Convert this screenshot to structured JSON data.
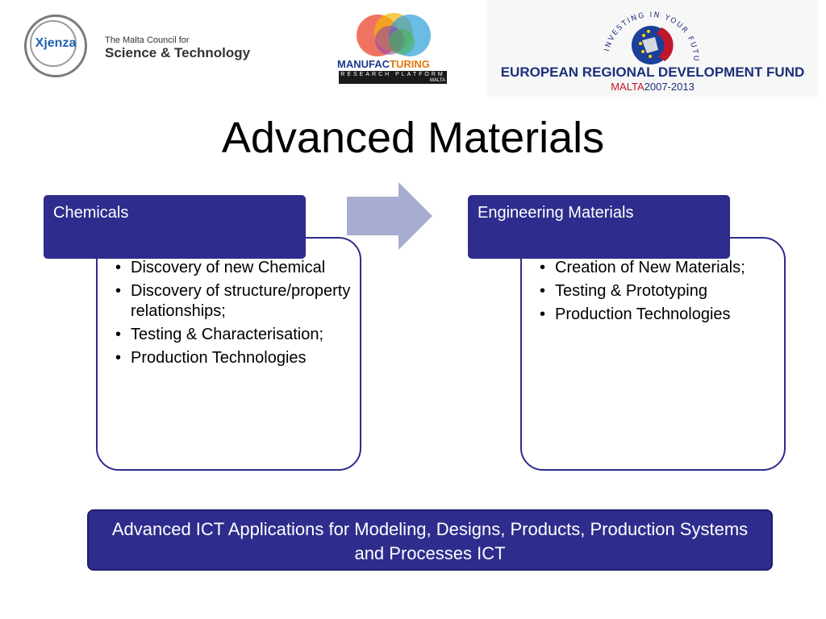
{
  "header": {
    "xjenza": {
      "logo_word": "Xjenza",
      "council_line1": "The Malta Council for",
      "council_line2": "Science & Technology"
    },
    "mrp": {
      "word_part1": "MANUFAC",
      "word_part2": "TURING",
      "subtitle": "RESEARCH PLATFORM",
      "country": "MALTA"
    },
    "erdf": {
      "arc_text": "INVESTING IN YOUR FUTURE",
      "title": "EUROPEAN REGIONAL DEVELOPMENT FUND",
      "sub_malta": "MALTA",
      "sub_years": "2007-2013"
    }
  },
  "title": "Advanced Materials",
  "diagram": {
    "left": {
      "heading": "Chemicals",
      "items": [
        "Discovery of new Chemical",
        "Discovery of structure/property relationships;",
        "Testing & Characterisation;",
        "Production Technologies"
      ]
    },
    "right": {
      "heading": "Engineering Materials",
      "items": [
        "Creation of New Materials;",
        "Testing & Prototyping",
        "Production Technologies"
      ]
    },
    "bottom": "Advanced ICT Applications for Modeling, Designs,  Products, Production Systems and Processes ICT"
  },
  "colors": {
    "heading_fill": "#2e2c8c",
    "arrow_fill": "#a9acd1",
    "text": "#000000",
    "erdf_blue": "#1b2f7a",
    "erdf_red": "#c0182a",
    "mrp_orange": "#e07a12"
  }
}
